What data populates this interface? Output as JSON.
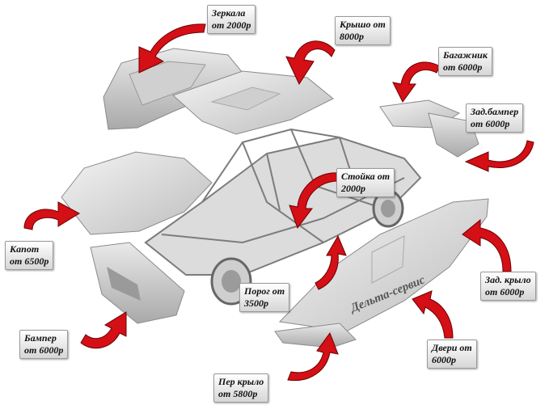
{
  "colors": {
    "arrow": "#d40f16",
    "arrow_edge": "#6b0000",
    "label_border": "#9a9a9a"
  },
  "watermark_brand": "Дельта-сервис",
  "labels": {
    "mirrors": {
      "line1": "Зеркала",
      "line2": "от 2000р"
    },
    "roof": {
      "line1": "Крышо от",
      "line2": "8000р"
    },
    "trunk": {
      "line1": "Багажник",
      "line2": "от 6000р"
    },
    "rear_bumper": {
      "line1": "Зад.бампер",
      "line2": "от 6000р"
    },
    "pillar": {
      "line1": "Стойка от",
      "line2": "2000р"
    },
    "hood": {
      "line1": "Капот",
      "line2": "от 6500р"
    },
    "sill": {
      "line1": "Порог от",
      "line2": "3500р"
    },
    "rear_wing": {
      "line1": "Зад. крыло",
      "line2": "от 6000р"
    },
    "front_bumper": {
      "line1": "Бампер",
      "line2": "от 6000р"
    },
    "doors": {
      "line1": "Двери от",
      "line2": "6000р"
    },
    "front_wing": {
      "line1": "Пер крыло",
      "line2": "от 5800р"
    }
  }
}
